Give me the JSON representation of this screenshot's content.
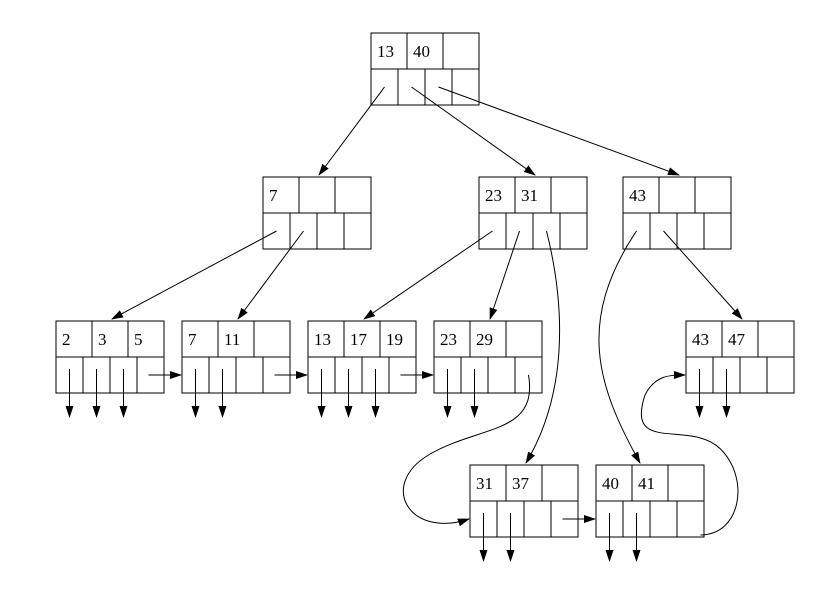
{
  "tree": {
    "nodes": [
      {
        "id": "root",
        "keys": [
          "13",
          "40",
          ""
        ]
      },
      {
        "id": "n7",
        "keys": [
          "7",
          "",
          ""
        ]
      },
      {
        "id": "n2331",
        "keys": [
          "23",
          "31",
          ""
        ]
      },
      {
        "id": "n43",
        "keys": [
          "43",
          "",
          ""
        ]
      },
      {
        "id": "leaf235",
        "keys": [
          "2",
          "3",
          "5"
        ]
      },
      {
        "id": "leaf711",
        "keys": [
          "7",
          "11",
          ""
        ]
      },
      {
        "id": "leaf131719",
        "keys": [
          "13",
          "17",
          "19"
        ]
      },
      {
        "id": "leaf2329",
        "keys": [
          "23",
          "29",
          ""
        ]
      },
      {
        "id": "leaf4347",
        "keys": [
          "43",
          "47",
          ""
        ]
      },
      {
        "id": "leaf3137",
        "keys": [
          "31",
          "37",
          ""
        ]
      },
      {
        "id": "leaf4041",
        "keys": [
          "40",
          "41",
          ""
        ]
      }
    ]
  }
}
